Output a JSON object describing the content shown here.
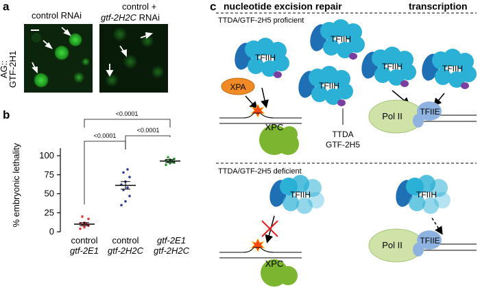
{
  "panel_a": {
    "letter": "a",
    "row_label_line1": "AG::",
    "row_label_line2": "GTF-2H1",
    "left_label": "control RNAi",
    "right_label_line1": "control +",
    "right_label_line2_italic": "gtf-2H2C",
    "right_label_line2_rest": " RNAi"
  },
  "panel_b": {
    "letter": "b",
    "ylabel": "% embryonic lethality",
    "yticks": [
      "0",
      "25",
      "50",
      "75",
      "100"
    ],
    "categories": [
      {
        "line1": "control",
        "line2": "gtf-2E1",
        "line1_italic": false
      },
      {
        "line1": "control",
        "line2": "gtf-2H2C",
        "line1_italic": false
      },
      {
        "line1": "gtf-2E1",
        "line2": "gtf-2H2C",
        "line1_italic": true
      }
    ],
    "pvalues": {
      "top": "<0.0001",
      "left": "<0.0001",
      "right": "<0.0001"
    }
  },
  "chart_data": {
    "type": "scatter",
    "ylim": [
      0,
      110
    ],
    "ylabel": "% embryonic lethality",
    "categories": [
      "control gtf-2E1",
      "control gtf-2H2C",
      "gtf-2E1 gtf-2H2C"
    ],
    "series": [
      {
        "values": [
          4,
          6,
          8,
          9,
          10,
          11,
          12,
          17,
          20
        ],
        "mean": 10,
        "sem": 2,
        "color": "#e03a3a"
      },
      {
        "values": [
          35,
          40,
          47,
          55,
          58,
          62,
          66,
          72,
          78,
          82
        ],
        "mean": 61,
        "sem": 5,
        "color": "#2b3d9a"
      },
      {
        "values": [
          88,
          90,
          91,
          92,
          93,
          94,
          95,
          96,
          98
        ],
        "mean": 93,
        "sem": 2,
        "color": "#2f9a3a"
      }
    ]
  },
  "panel_c": {
    "letter": "c",
    "header_left": "nucleotide excision repair",
    "header_right": "transcription",
    "proficient_label": "TTDA/GTF-2H5 proficient",
    "deficient_label": "TTDA/GTF-2H5 deficient",
    "tfiih": "TFIIH",
    "xpa": "XPA",
    "xpc": "XPC",
    "polii": "Pol II",
    "tfiie": "TFIIE",
    "ttda_line1": "TTDA",
    "ttda_line2": "GTF-2H5",
    "colors": {
      "tfiih_main": "#2bb0d6",
      "tfiih_dark": "#1f6fb5",
      "ttda": "#7a3fa0",
      "xpa": "#f08a24",
      "xpc": "#7cb530",
      "polii": "#cfe3a8",
      "tfiie": "#8fb3e0",
      "lesion": "#f44a12"
    }
  }
}
